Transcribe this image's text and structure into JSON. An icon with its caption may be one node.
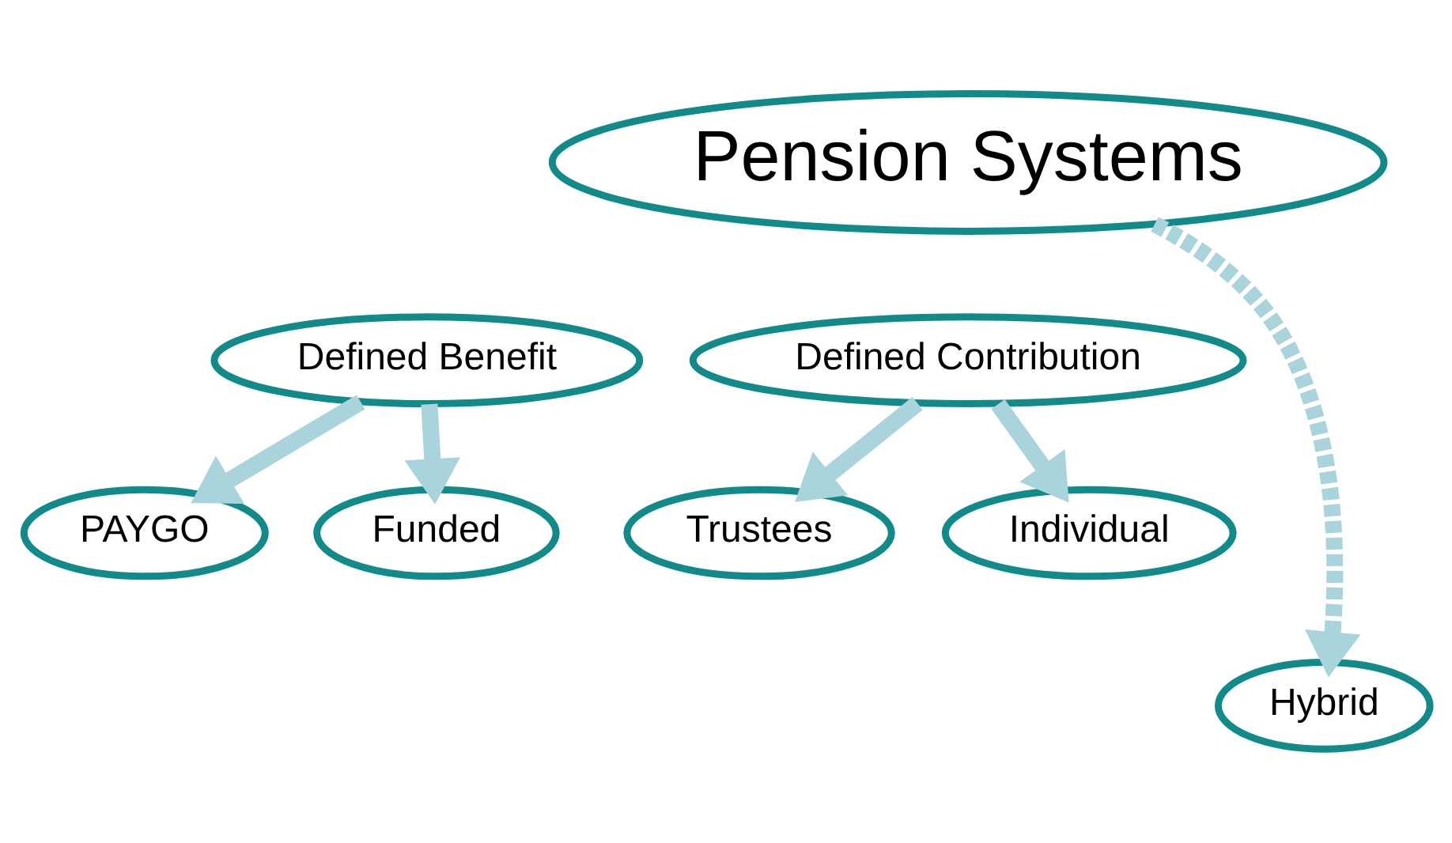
{
  "diagram": {
    "nodes": [
      {
        "text": [
          "Pension Systems"
        ]
      },
      {
        "text": [
          "Defined Benefit"
        ]
      },
      {
        "text": [
          "Defined Contribution"
        ]
      },
      {
        "text": [
          "PAYGO"
        ]
      },
      {
        "text": [
          "Funded"
        ]
      },
      {
        "text": [
          "Trustees"
        ]
      },
      {
        "text": [
          "Individual"
        ]
      },
      {
        "text": [
          "Hybrid"
        ]
      }
    ],
    "edges": [
      {
        "from": 1,
        "to": 3,
        "arrow": "to"
      },
      {
        "from": 1,
        "to": 4,
        "arrow": "to"
      },
      {
        "from": 0,
        "to": 7,
        "arrow": "to",
        "style": "dashed"
      },
      {
        "from": 2,
        "to": 5,
        "arrow": "to"
      },
      {
        "from": 2,
        "to": 6,
        "arrow": "to"
      }
    ]
  }
}
